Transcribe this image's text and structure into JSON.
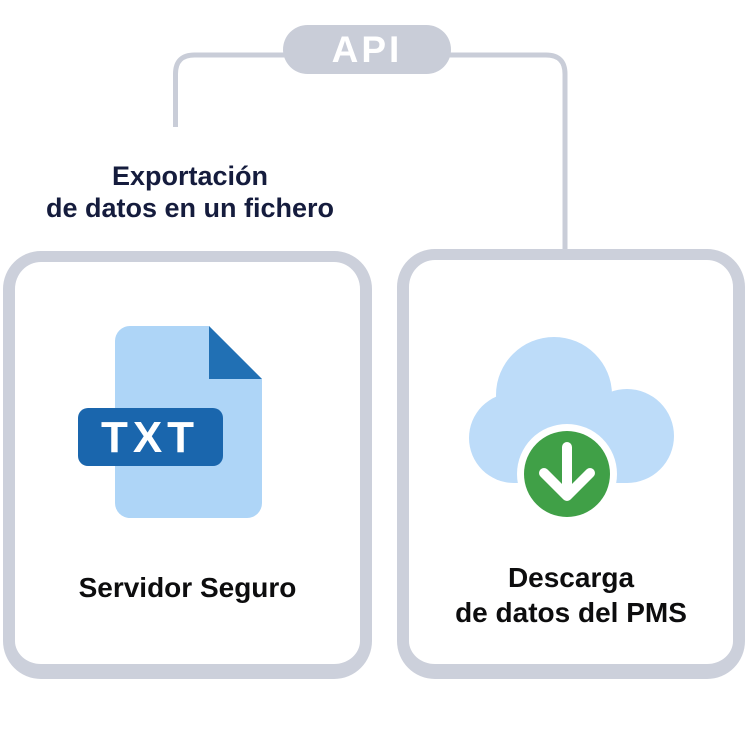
{
  "diagram": {
    "api_badge": "API",
    "export_label": {
      "line1": "Exportación",
      "line2": "de datos en un fichero"
    },
    "left_card": {
      "title": "Servidor Seguro",
      "icon": "txt-file",
      "file_type": "TXT"
    },
    "right_card": {
      "title_line1": "Descarga",
      "title_line2": "de datos del PMS",
      "icon": "cloud-download"
    }
  },
  "colors": {
    "connector": "#c9cdd8",
    "pill_bg": "#c9cdd8",
    "pill_text": "#ffffff",
    "navy_text": "#151c3d",
    "card_border": "#ccd0db",
    "card_bg": "#ffffff",
    "doc_blue": "#aed5f7",
    "fold_blue": "#2170b4",
    "badge_blue": "#1a66ad",
    "cloud_blue": "#bddcf9",
    "green": "#40a047",
    "title_text": "#0d0d0e"
  }
}
